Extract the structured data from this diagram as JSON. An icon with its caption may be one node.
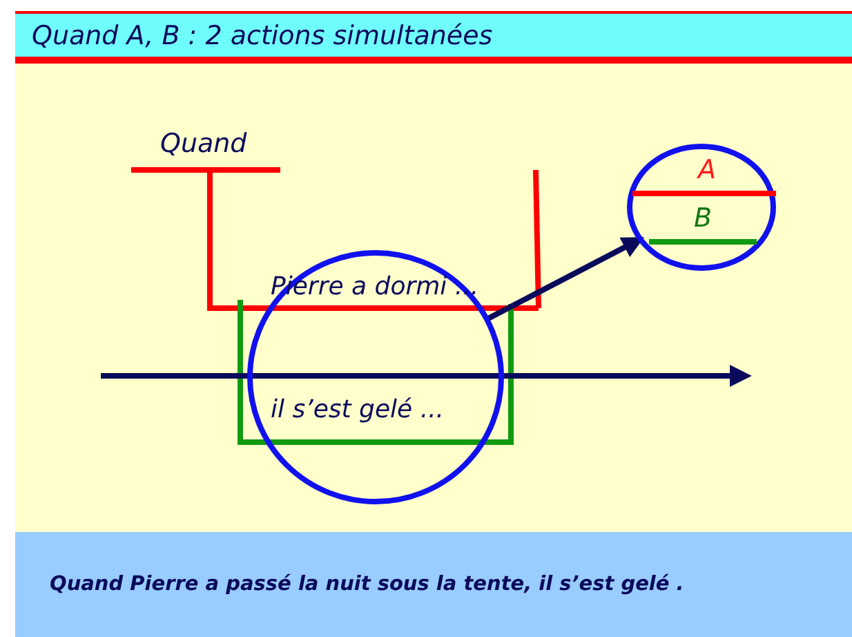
{
  "diagram": {
    "title": "Quand A, B : 2 actions simultanées",
    "caption": "Quand Pierre a passé la nuit sous la tente, il s’est gelé .",
    "nodes": [
      {
        "text": [],
        "shape": "circle"
      },
      {
        "text": [
          "A",
          "B"
        ]
      }
    ],
    "edges": [
      {
        "from": 0,
        "to": 1,
        "arrow": "to"
      }
    ],
    "labels": [
      "Quand",
      "Pierre a dormi ...",
      "il s’est gelé ..."
    ]
  }
}
